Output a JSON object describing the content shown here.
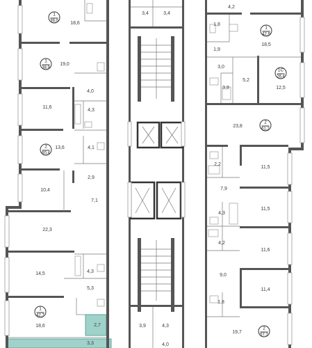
{
  "colors": {
    "wall": "#555555",
    "highlight": "#9fd2c9",
    "highlight_stroke": "#5aa79b",
    "line": "#777777"
  },
  "apartments": [
    {
      "number": "1",
      "area": "39,0"
    },
    {
      "number": "1",
      "area": "38,9"
    },
    {
      "number": "2",
      "area": "60,4"
    },
    {
      "number": "1",
      "area": "42,7"
    },
    {
      "number": "1",
      "area": "42,9"
    },
    {
      "number": "1C",
      "area": "26,4"
    },
    {
      "number": "2",
      "area": "61,2"
    },
    {
      "number": "2",
      "area": "57,7"
    }
  ],
  "rooms": {
    "left": [
      "18,6",
      "19,0",
      "4,0",
      "11,6",
      "4,3",
      "13,6",
      "4,1",
      "2,9",
      "10,4",
      "7,1",
      "22,3",
      "14,5",
      "4,3",
      "5,3",
      "18,6",
      "2,7",
      "3,3"
    ],
    "core": [
      "3,4",
      "3,4",
      "3,9",
      "4,3",
      "4,0"
    ],
    "right": [
      "4,2",
      "1,8",
      "18,5",
      "1,9",
      "3,0",
      "3,8",
      "5,2",
      "12,5",
      "23,8",
      "2,2",
      "11,5",
      "7,9",
      "11,5",
      "4,3",
      "4,2",
      "11,6",
      "9,0",
      "11,4",
      "1,8",
      "19,7"
    ]
  }
}
